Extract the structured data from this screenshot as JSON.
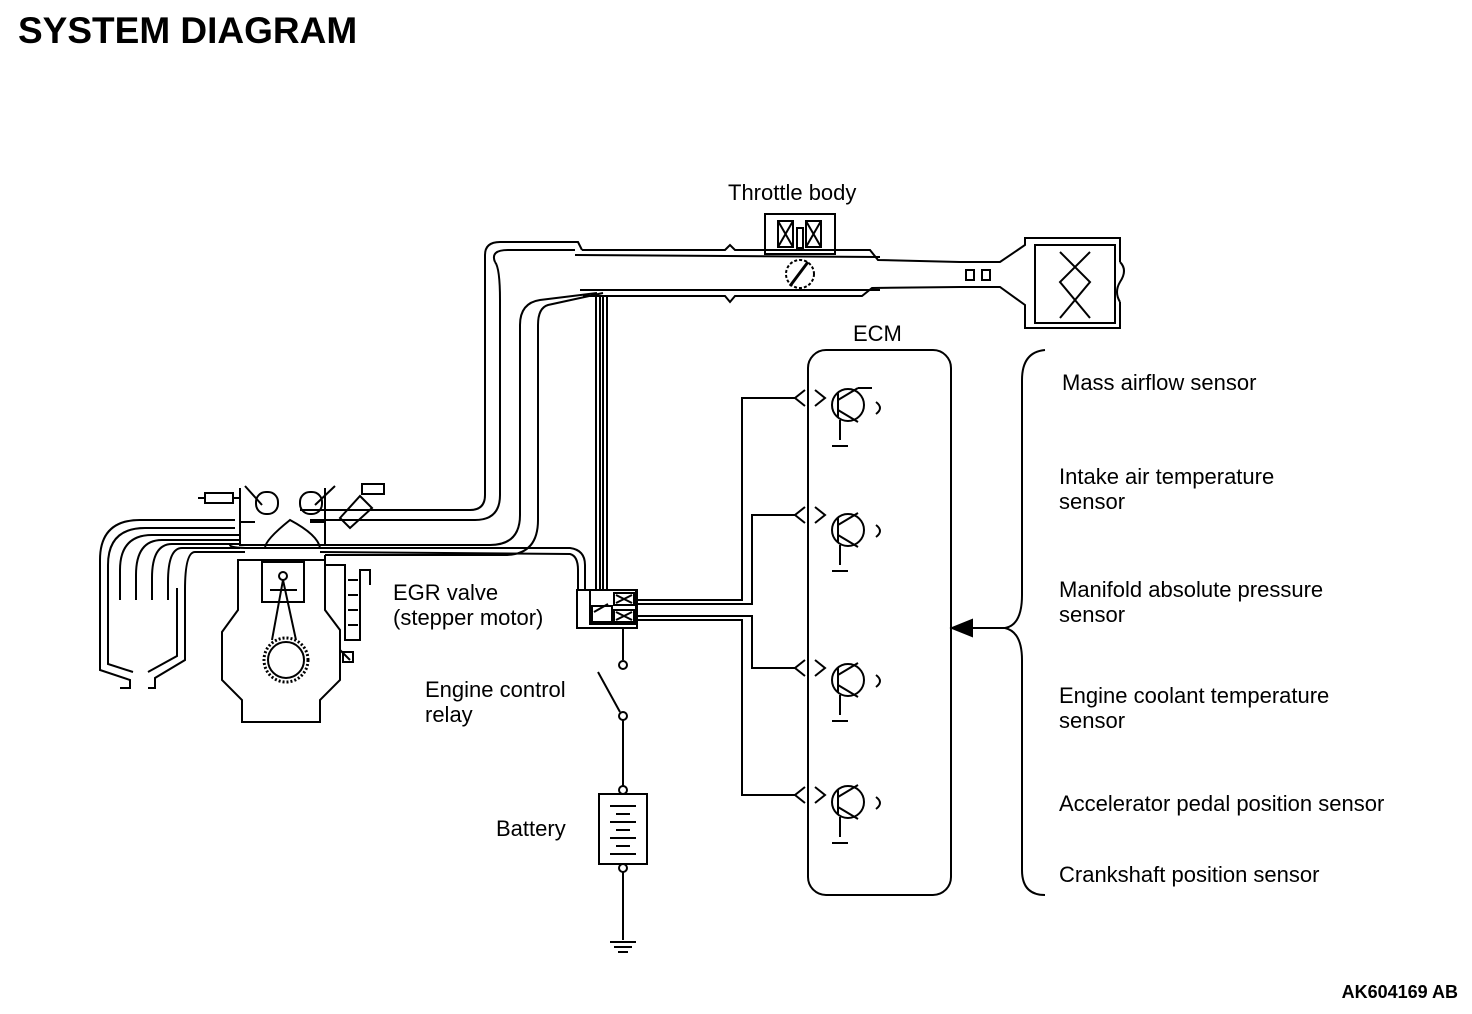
{
  "title": "SYSTEM DIAGRAM",
  "labels": {
    "throttle_body": "Throttle body",
    "ecm": "ECM",
    "egr_valve": "EGR valve\n(stepper motor)",
    "engine_control_relay": "Engine control\nrelay",
    "battery": "Battery"
  },
  "sensors": [
    "Mass airflow sensor",
    "Intake air temperature\nsensor",
    "Manifold absolute pressure\nsensor",
    "Engine coolant temperature\nsensor",
    "Accelerator pedal position sensor",
    "Crankshaft position sensor"
  ],
  "figure_code": "AK604169 AB"
}
